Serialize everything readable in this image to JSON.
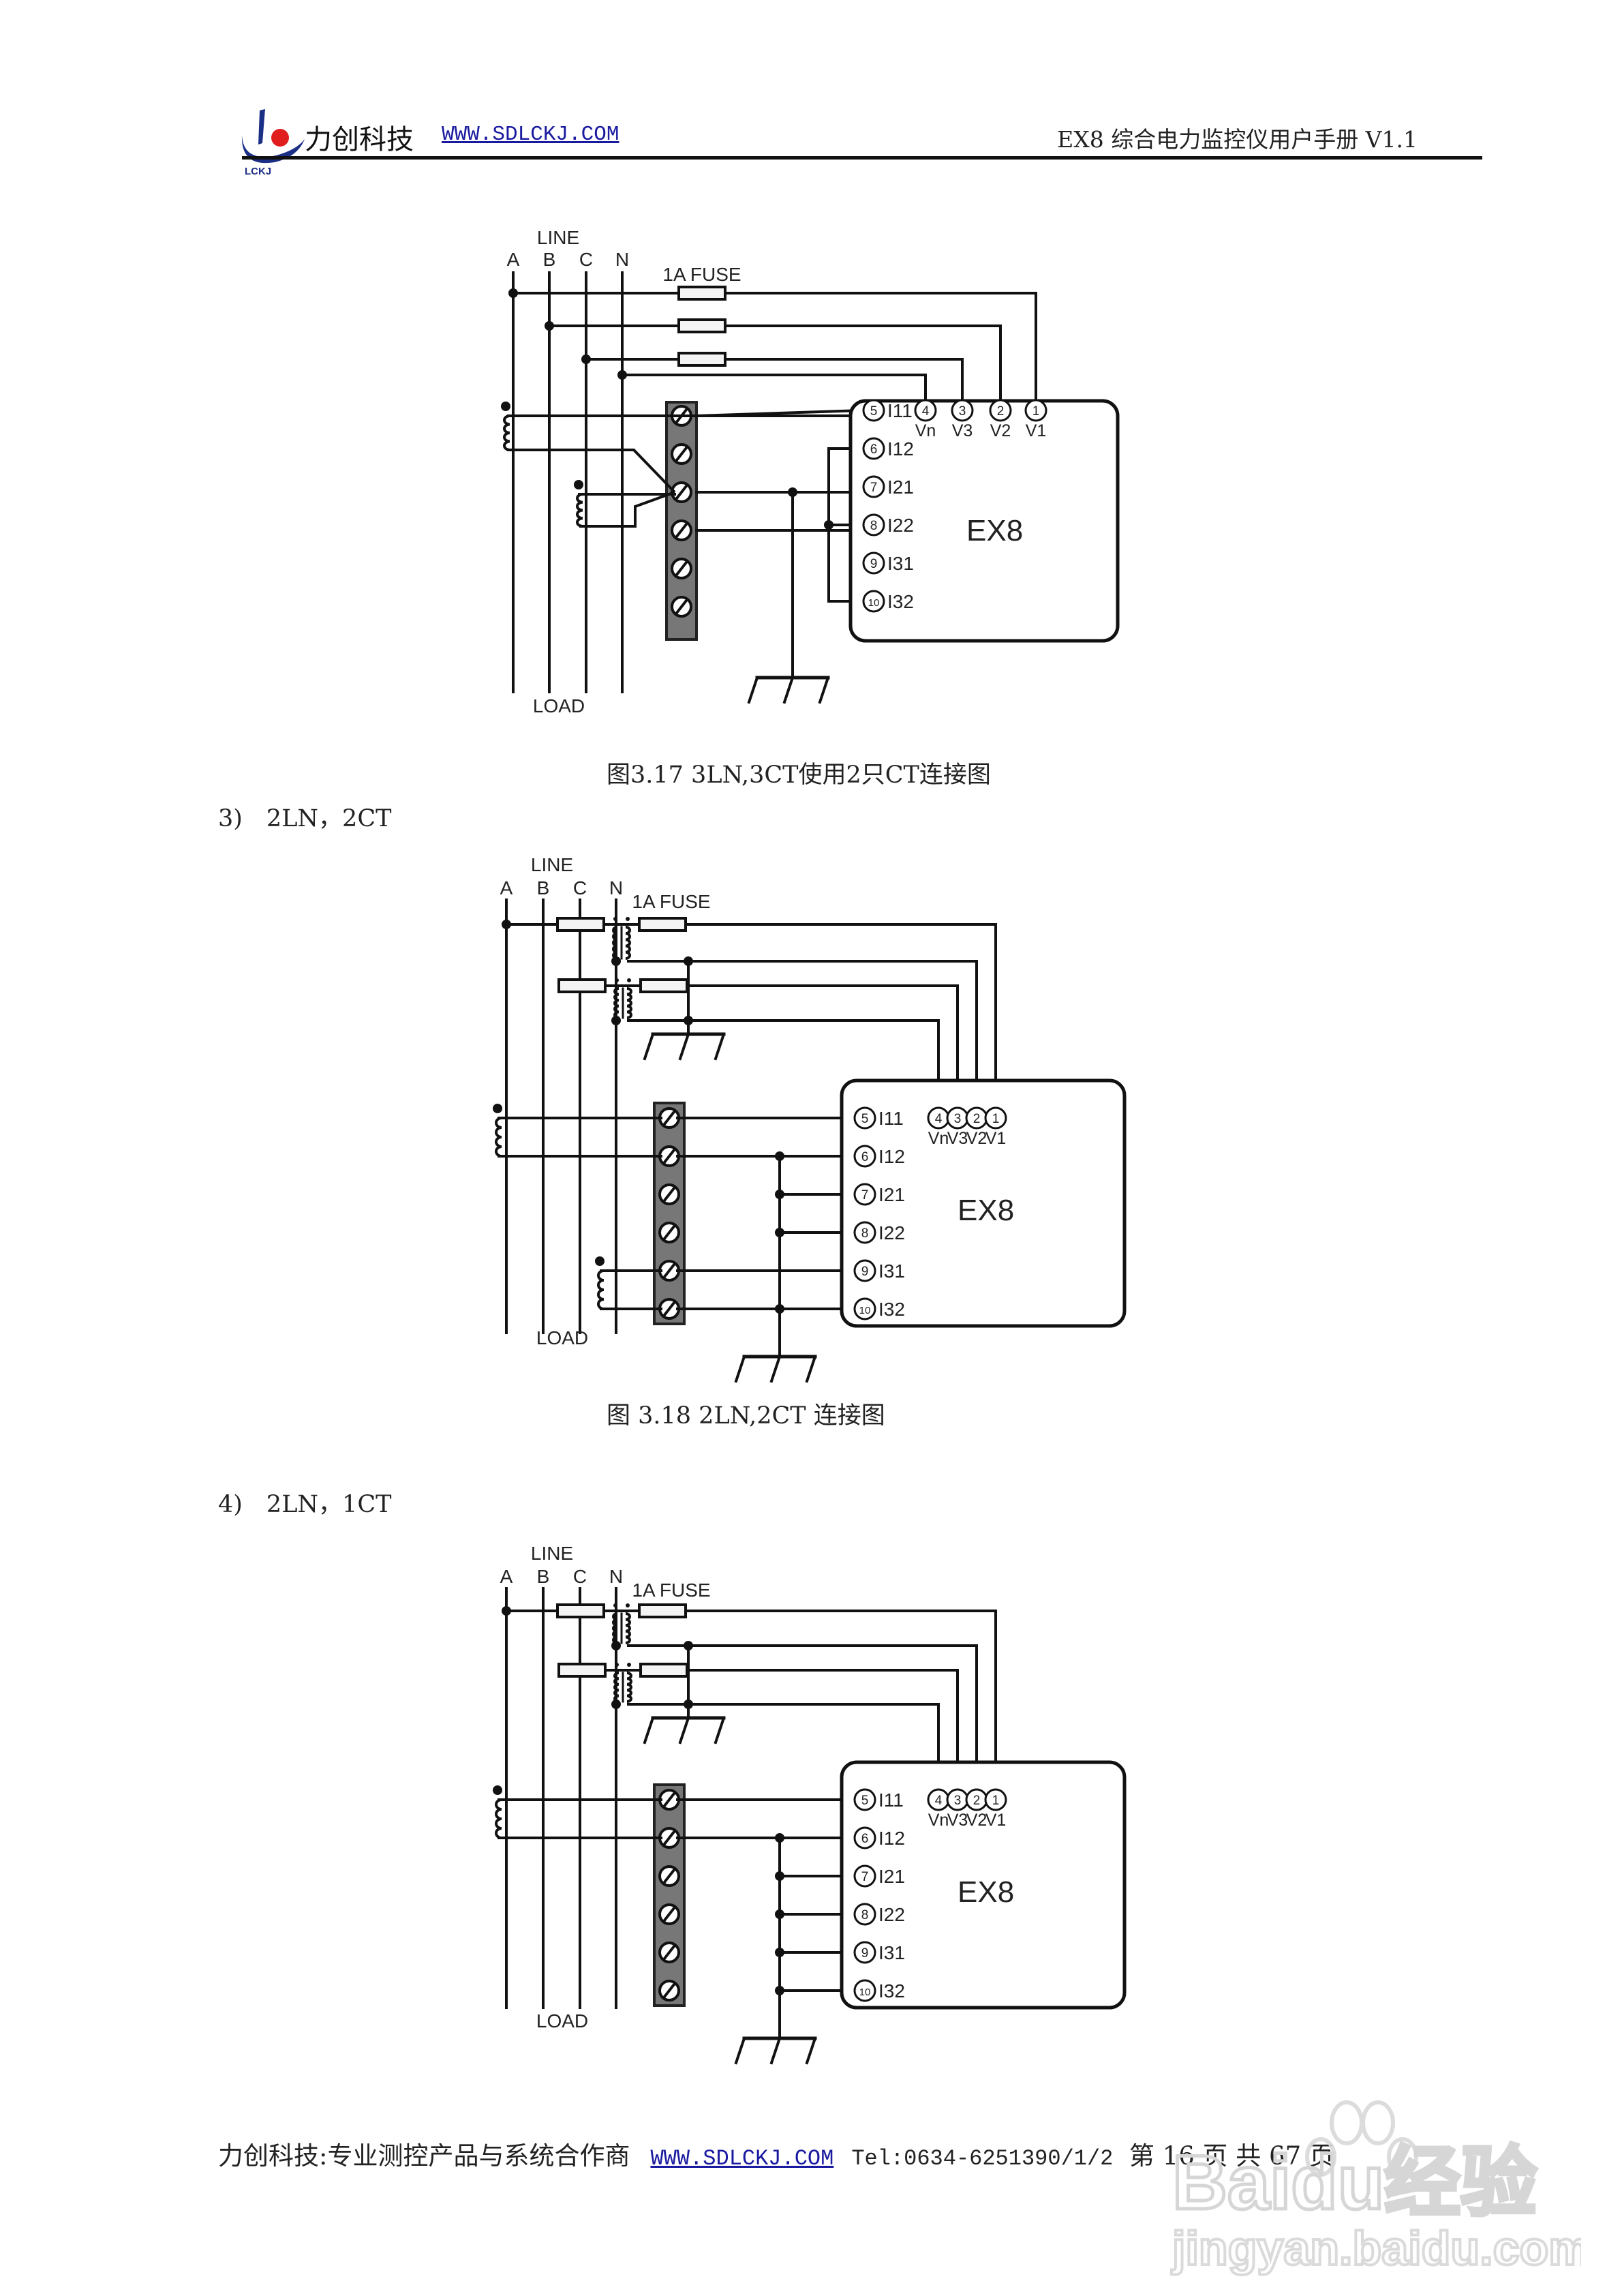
{
  "header": {
    "company": "力创科技",
    "url": "WWW.SDLCKJ.COM",
    "manual_title": "EX8 综合电力监控仪用户手册 V1.1",
    "logo_text": "LCKJ",
    "logo_colors": {
      "blue": "#1c2f86",
      "red": "#e01e1e"
    }
  },
  "diagram_labels": {
    "line": "LINE",
    "load": "LOAD",
    "phases": [
      "A",
      "B",
      "C",
      "N"
    ],
    "fuse": "1A FUSE",
    "device": "EX8",
    "voltage_terminals": [
      {
        "num": "4",
        "label": "Vn"
      },
      {
        "num": "3",
        "label": "V3"
      },
      {
        "num": "2",
        "label": "V2"
      },
      {
        "num": "1",
        "label": "V1"
      }
    ],
    "current_terminals": [
      {
        "num": "5",
        "label": "I11"
      },
      {
        "num": "6",
        "label": "I12"
      },
      {
        "num": "7",
        "label": "I21"
      },
      {
        "num": "8",
        "label": "I22"
      },
      {
        "num": "9",
        "label": "I31"
      },
      {
        "num": "10",
        "label": "I32"
      }
    ]
  },
  "figures": [
    {
      "id": "fig-3-17",
      "caption": "图3.17 3LN,3CT使用2只CT连接图",
      "variant": "3ln-2ct-direct"
    },
    {
      "id": "fig-3-18",
      "section": "3)　2LN，2CT",
      "caption": "图 3.18 2LN,2CT 连接图",
      "variant": "2ln-2ct"
    },
    {
      "id": "fig-3-19",
      "section": "4)　2LN，1CT",
      "caption": "",
      "variant": "2ln-1ct"
    }
  ],
  "footer": {
    "slogan": "力创科技:专业测控产品与系统合作商",
    "url": "WWW.SDLCKJ.COM",
    "tel": "Tel:0634-6251390/1/2",
    "page_info": "第 16 页 共 67 页",
    "page_current": 16,
    "page_total": 67
  },
  "watermark": {
    "brand": "Baidu经验",
    "url": "jingyan.baidu.com"
  }
}
